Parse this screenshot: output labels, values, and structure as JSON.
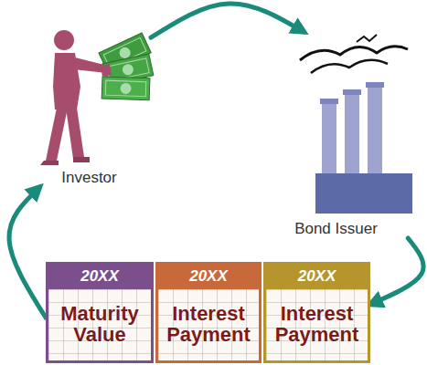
{
  "diagram": {
    "nodes": [
      {
        "text": [
          "Investor"
        ]
      },
      {
        "text": [
          "Bond Issuer"
        ]
      },
      {
        "text": [
          "20XX",
          "Maturity Value"
        ]
      },
      {
        "text": [
          "20XX",
          "Interest Payment"
        ]
      },
      {
        "text": [
          "20XX",
          "Interest Payment"
        ]
      }
    ],
    "edges": [
      {
        "from": 0,
        "to": 1,
        "arrow": "to"
      },
      {
        "from": 1,
        "to": 4,
        "arrow": "to"
      },
      {
        "from": 2,
        "to": 0,
        "arrow": "to"
      }
    ]
  }
}
